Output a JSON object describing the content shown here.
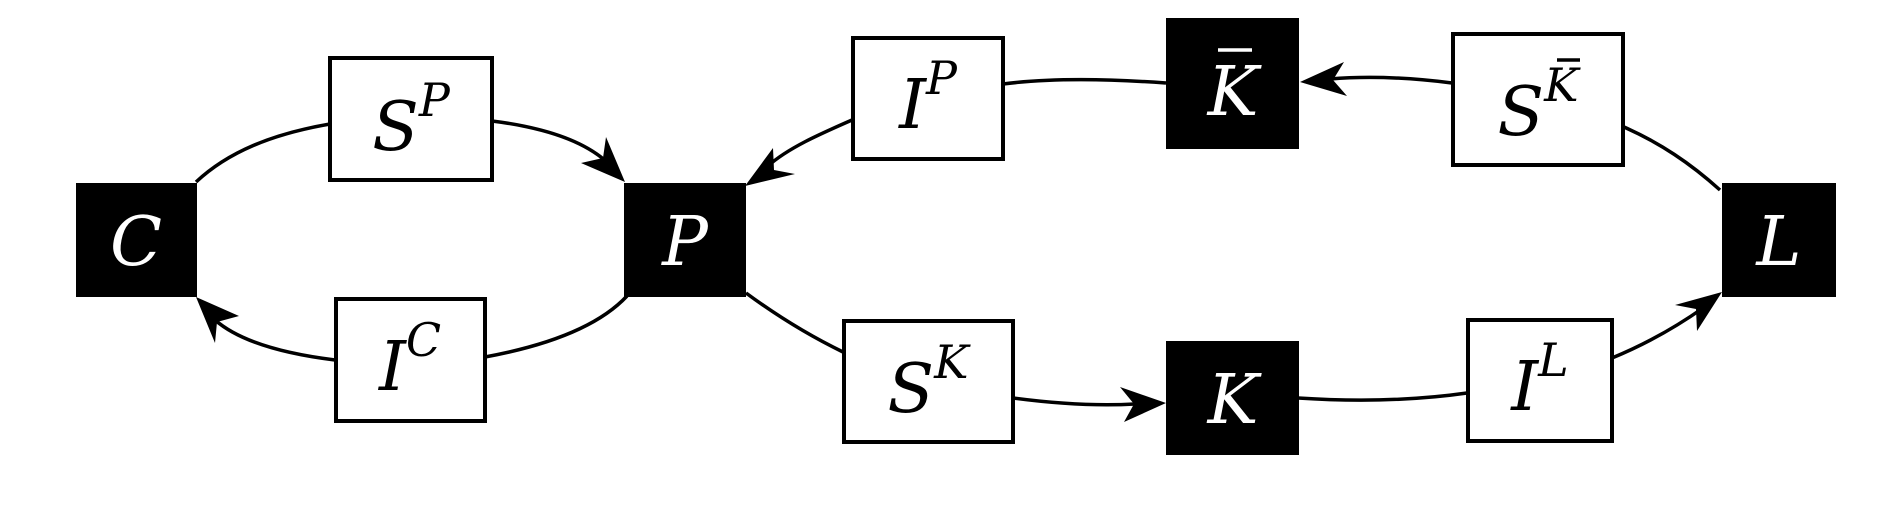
{
  "diagram": {
    "nodes": {
      "C": {
        "label": "C",
        "sup": "",
        "bar": false,
        "style": "filled"
      },
      "P": {
        "label": "P",
        "sup": "",
        "bar": false,
        "style": "filled"
      },
      "Kbar": {
        "label": "K",
        "sup": "",
        "bar": true,
        "style": "filled"
      },
      "K": {
        "label": "K",
        "sup": "",
        "bar": false,
        "style": "filled"
      },
      "L": {
        "label": "L",
        "sup": "",
        "bar": false,
        "style": "filled"
      },
      "SP": {
        "label": "S",
        "sup": "P",
        "bar": false,
        "style": "outlined"
      },
      "IC": {
        "label": "I",
        "sup": "C",
        "bar": false,
        "style": "outlined"
      },
      "IP": {
        "label": "I",
        "sup": "P",
        "bar": false,
        "style": "outlined"
      },
      "SKbar": {
        "label": "S",
        "sup": "K",
        "supBar": true,
        "style": "outlined"
      },
      "SK": {
        "label": "S",
        "sup": "K",
        "supBar": false,
        "style": "outlined"
      },
      "IL": {
        "label": "I",
        "sup": "L",
        "bar": false,
        "style": "outlined"
      }
    },
    "edges": [
      {
        "from": "C",
        "to": "P",
        "via": "SP"
      },
      {
        "from": "P",
        "to": "C",
        "via": "IC"
      },
      {
        "from": "Kbar",
        "to": "P",
        "via": "IP"
      },
      {
        "from": "L",
        "to": "Kbar",
        "via": "SKbar"
      },
      {
        "from": "P",
        "to": "K",
        "via": "SK"
      },
      {
        "from": "K",
        "to": "L",
        "via": "IL"
      }
    ],
    "colors": {
      "filled": "#000000",
      "outlined": "#ffffff",
      "stroke": "#000000"
    }
  }
}
